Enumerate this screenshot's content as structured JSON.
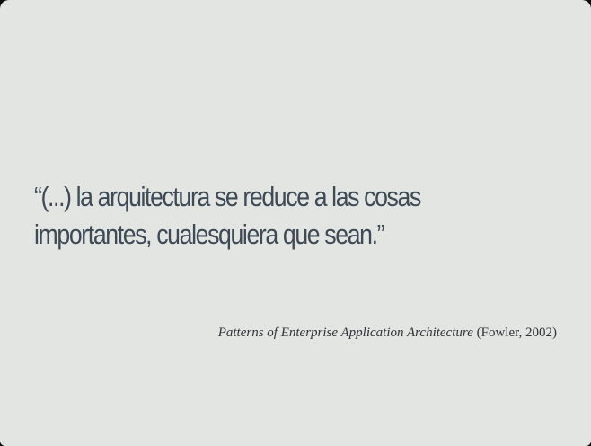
{
  "slide": {
    "quote_lines": [
      "“(...) la arquitectura se reduce a las cosas",
      "importantes, cualesquiera que sean.”"
    ],
    "citation": {
      "book_title": "Patterns of Enterprise Application Architecture",
      "author_year": "(Fowler, 2002)"
    }
  },
  "colors": {
    "background": "#e3e5e3",
    "quote_text": "#3e4a55",
    "citation_text": "#2e3338"
  }
}
